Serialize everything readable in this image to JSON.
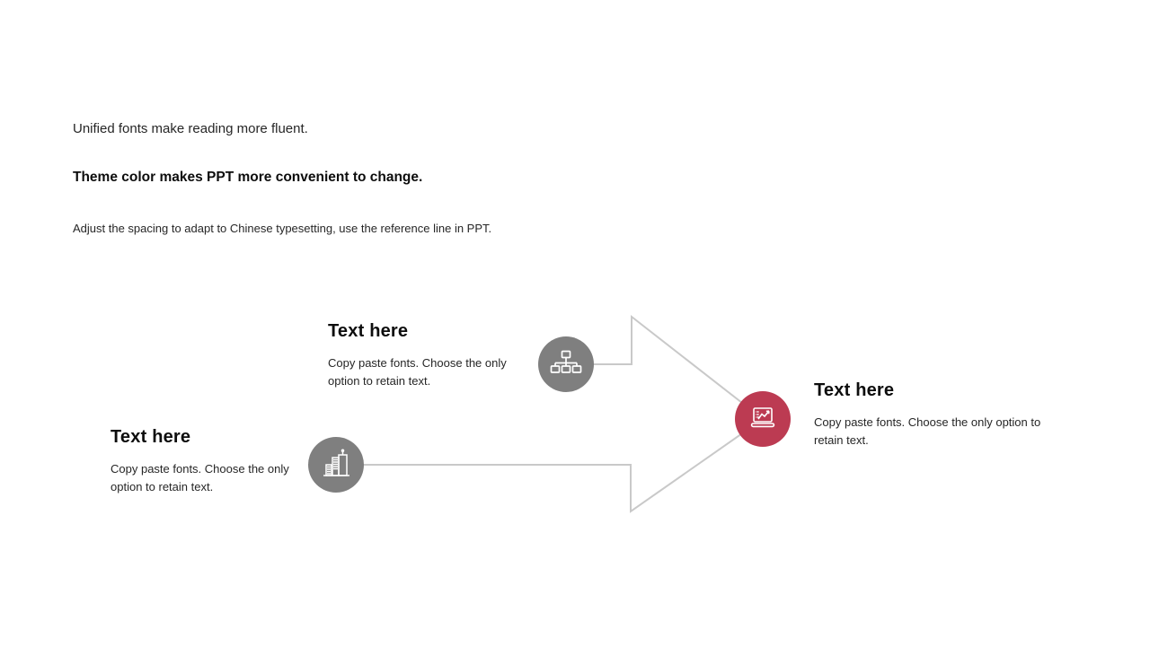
{
  "intro": {
    "line1": "Unified fonts make reading more fluent.",
    "line2": "Theme color makes PPT more convenient to change.",
    "line3": "Adjust the spacing to adapt to Chinese typesetting, use the reference line in PPT."
  },
  "items": [
    {
      "title": "Text here",
      "body": "Copy paste fonts. Choose the only option to retain text.",
      "icon": "org-chart-icon"
    },
    {
      "title": "Text here",
      "body": "Copy paste fonts. Choose the only option to retain text.",
      "icon": "building-icon"
    },
    {
      "title": "Text here",
      "body": "Copy paste fonts. Choose the only option to retain text.",
      "icon": "laptop-chart-icon"
    }
  ],
  "colors": {
    "gray_circle": "#7F7F7F",
    "accent_red": "#BC3B52",
    "connector_line": "#C9C9C9",
    "icon_stroke": "#FFFFFF",
    "heading_text": "#0D0D0D",
    "body_text": "#262626"
  }
}
